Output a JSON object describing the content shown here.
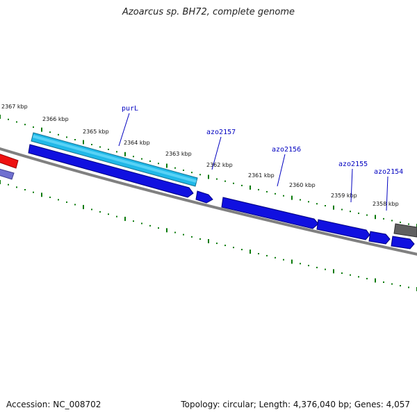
{
  "title": "Azoarcus sp. BH72, complete genome",
  "footer": {
    "accession": "Accession: NC_008702",
    "summary": "Topology: circular; Length: 4,376,040 bp; Genes: 4,057"
  },
  "ticks": [
    "2367 kbp",
    "2366 kbp",
    "2365 kbp",
    "2364 kbp",
    "2363 kbp",
    "2362 kbp",
    "2361 kbp",
    "2360 kbp",
    "2359 kbp",
    "2358 kbp"
  ],
  "genes": [
    "purL",
    "azo2157",
    "azo2156",
    "azo2155",
    "azo2154"
  ],
  "colors": {
    "cds_forward": "#1010e0",
    "cds_highlight": "#20b8e8",
    "backbone": "#808080",
    "ticks": "#0a7a0a",
    "label": "#0000c0",
    "red_feature": "#ee1111",
    "grey_feature": "#606060",
    "lavender_feature": "#7070d0"
  }
}
